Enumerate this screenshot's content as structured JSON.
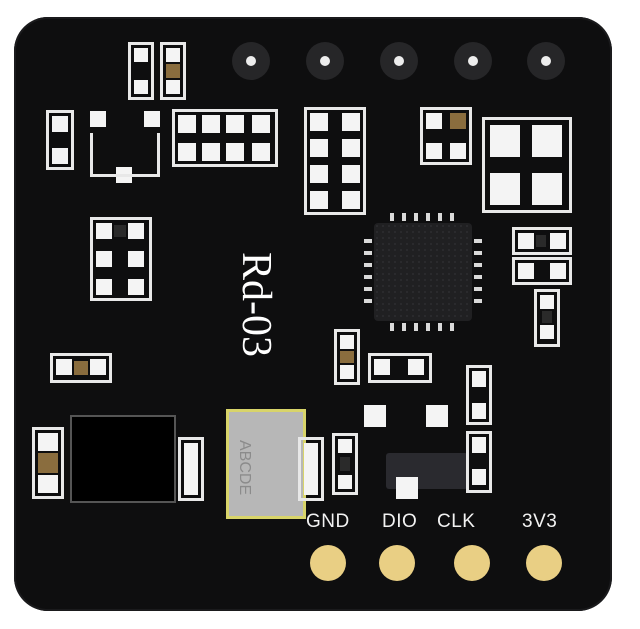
{
  "board": {
    "model_label": "Rd-03",
    "pin_labels": [
      "GND",
      "DIO",
      "CLK",
      "3V3"
    ],
    "crystal_marking": "ABCDE"
  },
  "colors": {
    "board": "#0e0e0f",
    "gold_pad": "#e9cf84",
    "silkscreen": "#e8e8e8"
  }
}
